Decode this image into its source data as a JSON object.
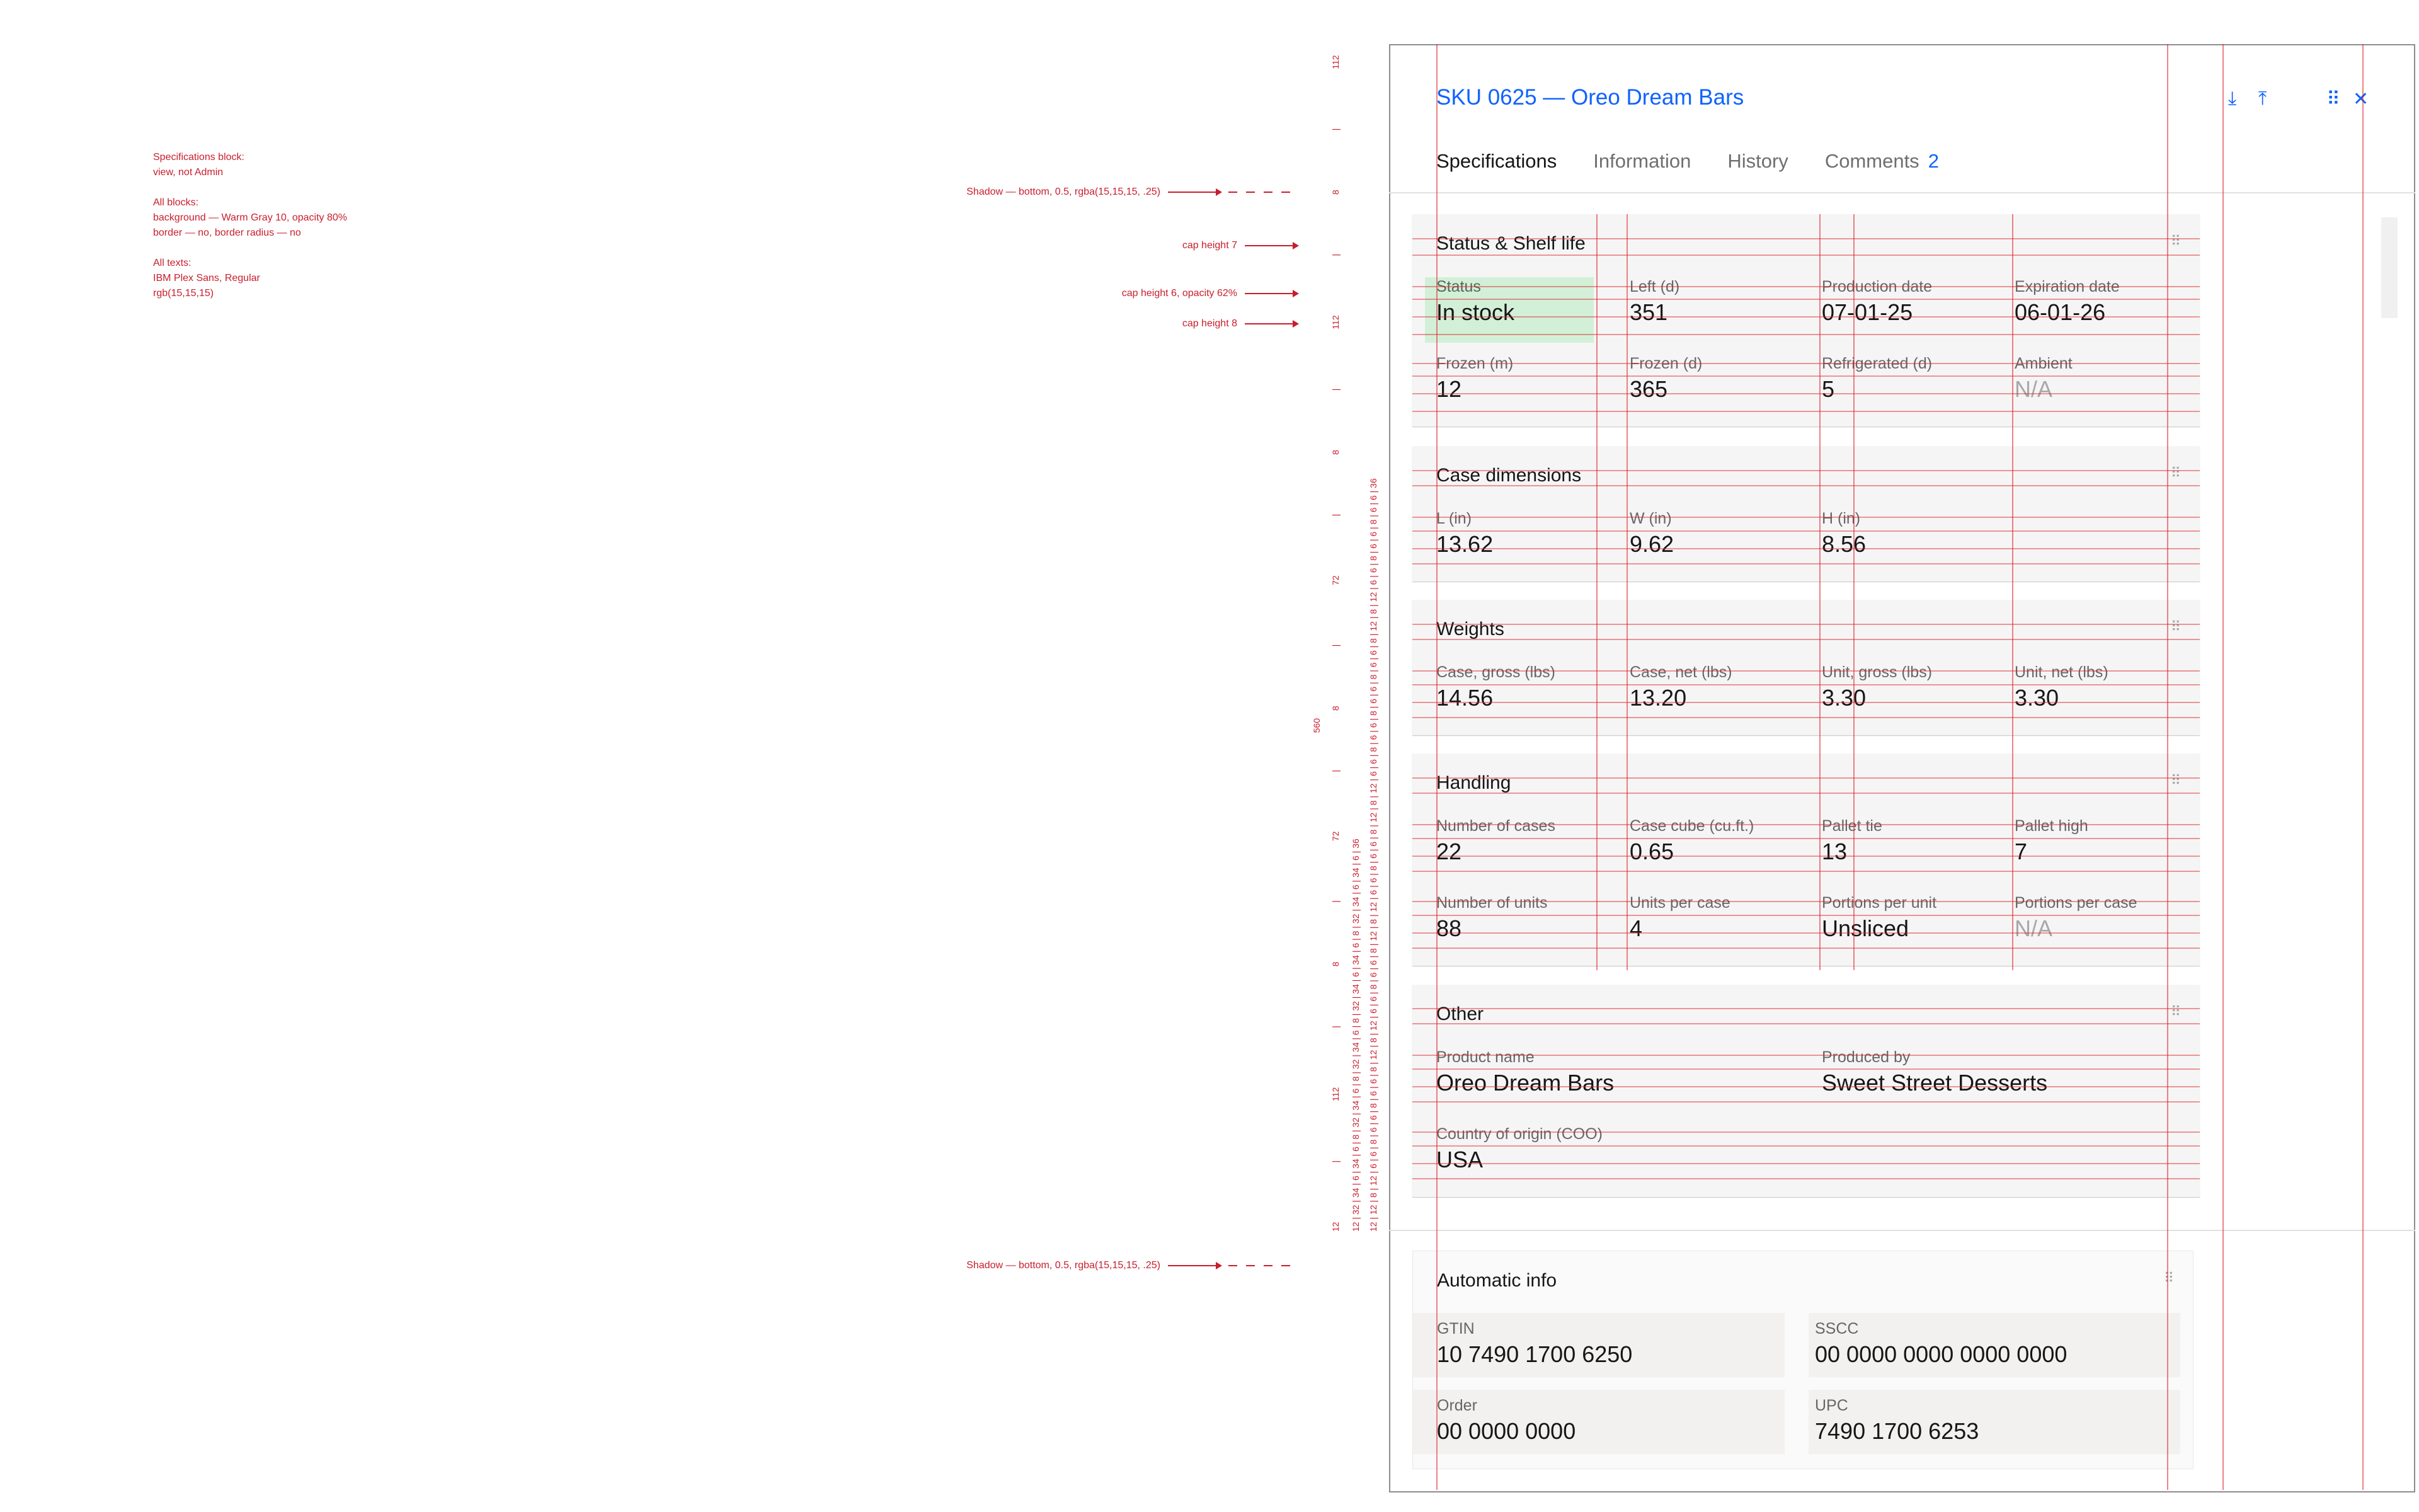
{
  "annotations": {
    "notes": [
      "Specifications block:",
      "view, not Admin",
      "",
      "All blocks:",
      "background — Warm Gray 10, opacity 80%",
      "border — no, border radius — no",
      "",
      "All texts:",
      "IBM Plex Sans, Regular",
      "rgb(15,15,15)"
    ],
    "shadow_top": "Shadow — bottom, 0.5, rgba(15,15,15, .25)",
    "cap7": "cap height 7",
    "cap6": "cap height 6, opacity 62%",
    "cap8": "cap height 8",
    "shadow_bottom": "Shadow — bottom, 0.5, rgba(15,15,15, .25)",
    "ruler_a": "12 | 12 | 8 | 12 | 6 | 6 | 8 | 6 | 6 | 8 | 6 | 6 | 8 | 12 | 8 | 12 | 6 | 6 | 8 | 6 | 6 | 8 | 12 | 8 | 12 | 6 | 6 | 8 | 6 | 6 | 8 | 12 | 8 | 12 | 6 | 6 | 8 | 6 | 6 | 8 | 6 | 6 | 8 | 6 | 6 | 8 | 12 | 8 | 12 | 6 | 6 | 8 | 6 | 6 | 8 | 6 | 6 | 36",
    "ruler_b": "12 | 32 | 34 | 6 | 34 | 6 | 8 | 32 | 34 | 6 | 8 | 32 | 34 | 6 | 8 | 32 | 34 | 6 | 34 | 6 | 8 | 32 | 34 | 6 | 34 | 6 | 36",
    "ruler_c": "12 | 112 | 8 | 72 | 8 | 72 | 8 | 112 | 8 | 112 | 36",
    "ruler_total": "560",
    "colors": {
      "redline": "#c81e2d"
    }
  },
  "panel": {
    "title": "SKU 0625 — Oreo Dream Bars",
    "icons": [
      "download-icon",
      "upload-icon",
      "drag-handle-icon",
      "close-icon"
    ],
    "tabs": [
      {
        "label": "Specifications",
        "active": true
      },
      {
        "label": "Information",
        "active": false
      },
      {
        "label": "History",
        "active": false
      },
      {
        "label": "Comments",
        "active": false,
        "count": "2"
      }
    ],
    "colors": {
      "accent": "#0f62fe",
      "block_bg": "#f4f3f2",
      "text": "#0f0f0f"
    }
  },
  "blocks": [
    {
      "title": "Status & Shelf life",
      "rows": [
        [
          {
            "label": "Status",
            "value": "In stock"
          },
          {
            "label": "Left (d)",
            "value": "351"
          },
          {
            "label": "Production date",
            "value": "07-01-25"
          },
          {
            "label": "Expiration date",
            "value": "06-01-26"
          }
        ],
        [
          {
            "label": "Frozen (m)",
            "value": "12"
          },
          {
            "label": "Frozen (d)",
            "value": "365"
          },
          {
            "label": "Refrigerated (d)",
            "value": "5"
          },
          {
            "label": "Ambient",
            "value": "N/A"
          }
        ]
      ]
    },
    {
      "title": "Case dimensions",
      "rows": [
        [
          {
            "label": "L (in)",
            "value": "13.62"
          },
          {
            "label": "W (in)",
            "value": "9.62"
          },
          {
            "label": "H (in)",
            "value": "8.56"
          }
        ]
      ]
    },
    {
      "title": "Weights",
      "rows": [
        [
          {
            "label": "Case, gross (lbs)",
            "value": "14.56"
          },
          {
            "label": "Case, net (lbs)",
            "value": "13.20"
          },
          {
            "label": "Unit, gross (lbs)",
            "value": "3.30"
          },
          {
            "label": "Unit, net (lbs)",
            "value": "3.30"
          }
        ]
      ]
    },
    {
      "title": "Handling",
      "rows": [
        [
          {
            "label": "Number of cases",
            "value": "22"
          },
          {
            "label": "Case cube (cu.ft.)",
            "value": "0.65"
          },
          {
            "label": "Pallet tie",
            "value": "13"
          },
          {
            "label": "Pallet high",
            "value": "7"
          }
        ],
        [
          {
            "label": "Number of units",
            "value": "88"
          },
          {
            "label": "Units per case",
            "value": "4"
          },
          {
            "label": "Portions per unit",
            "value": "Unsliced"
          },
          {
            "label": "Portions per case",
            "value": "N/A"
          }
        ]
      ]
    },
    {
      "title": "Other",
      "rows": [
        [
          {
            "label": "Product name",
            "value": "Oreo Dream Bars",
            "wide": true
          },
          {
            "label": "Produced by",
            "value": "Sweet Street Desserts",
            "wide": true
          }
        ],
        [
          {
            "label": "Country of origin (COO)",
            "value": "USA",
            "wide": true
          }
        ]
      ]
    }
  ],
  "automatic": {
    "title": "Automatic info",
    "cells": [
      {
        "label": "GTIN",
        "value": "10 7490 1700 6250"
      },
      {
        "label": "SSCC",
        "value": "00 0000 0000 0000 0000"
      },
      {
        "label": "Order",
        "value": "00 0000 0000"
      },
      {
        "label": "UPC",
        "value": "7490 1700 6253"
      }
    ]
  }
}
